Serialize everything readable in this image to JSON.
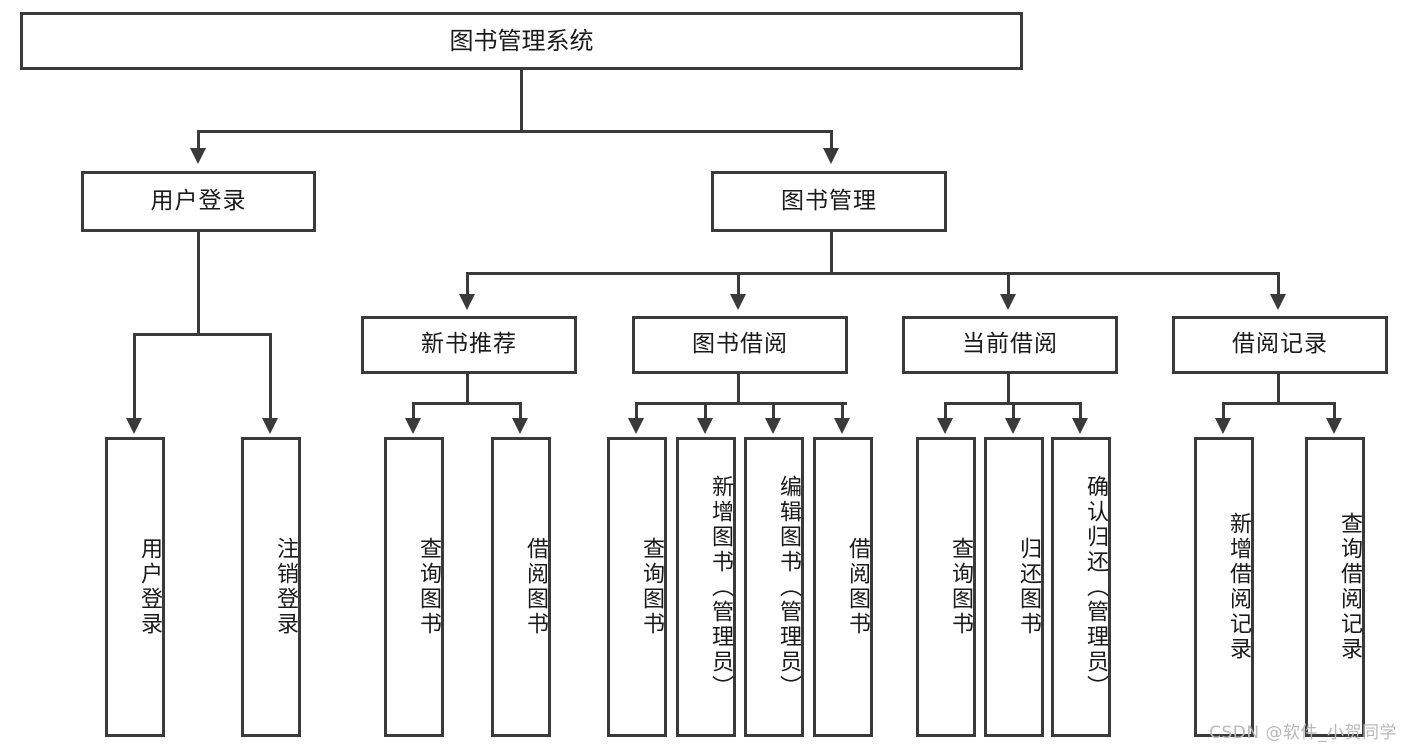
{
  "diagram": {
    "title": "图书管理系统",
    "type": "functional-structure-tree",
    "root": {
      "label": "图书管理系统"
    },
    "level2": [
      {
        "label": "用户登录"
      },
      {
        "label": "图书管理"
      }
    ],
    "level3": [
      {
        "label": "新书推荐"
      },
      {
        "label": "图书借阅"
      },
      {
        "label": "当前借阅"
      },
      {
        "label": "借阅记录"
      }
    ],
    "leaves": {
      "user_login": [
        {
          "label": "用户登录"
        },
        {
          "label": "注销登录"
        }
      ],
      "new_book_recommend": [
        {
          "label": "查询图书"
        },
        {
          "label": "借阅图书"
        }
      ],
      "book_borrow": [
        {
          "label": "查询图书"
        },
        {
          "label": "新增图书（管理员）"
        },
        {
          "label": "编辑图书（管理员）"
        },
        {
          "label": "借阅图书"
        }
      ],
      "current_borrow": [
        {
          "label": "查询图书"
        },
        {
          "label": "归还图书"
        },
        {
          "label": "确认归还（管理员）"
        }
      ],
      "borrow_record": [
        {
          "label": "新增借阅记录"
        },
        {
          "label": "查询借阅记录"
        }
      ]
    }
  },
  "watermark": {
    "text": "CSDN @软件_小贺同学"
  },
  "colors": {
    "stroke": "#3a3a3a",
    "text": "#1a1a1a",
    "background": "#ffffff",
    "watermark": "#b9b9b9"
  }
}
